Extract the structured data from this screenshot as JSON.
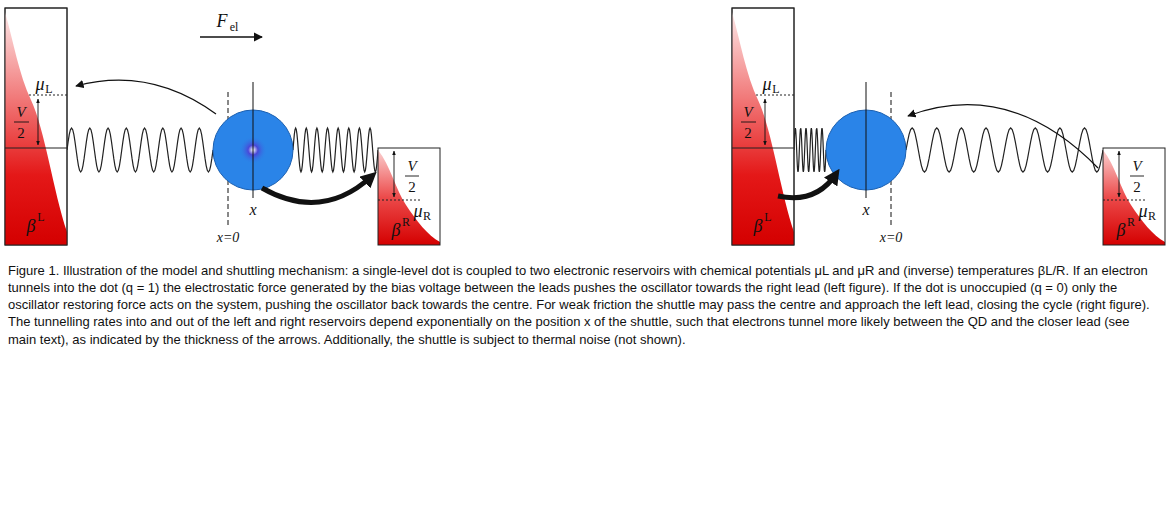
{
  "diagram": {
    "caption": "Figure 1. Illustration of the model and shuttling mechanism: a single-level dot is coupled to two electronic reservoirs with chemical potentials μL and μR and (inverse) temperatures βL/R. If an electron tunnels into the dot (q = 1) the electrostatic force generated by the bias voltage between the leads pushes the oscillator towards the right lead (left figure). If the dot is unoccupied (q = 0) only the oscillator restoring force acts on the system, pushing the oscillator back towards the centre. For weak friction the shuttle may pass the centre and approach the left lead, closing the cycle (right figure). The tunnelling rates into and out of the left and right reservoirs depend exponentially on the position x of the shuttle, such that electrons tunnel more likely between the QD and the closer lead (see main text), as indicated by the thickness of the arrows. Additionally, the shuttle is subject to thermal noise (not shown).",
    "labels": [
      "F",
      "el",
      "μ",
      "L",
      "V",
      "2",
      "β",
      "L",
      "x",
      "x=0",
      "V",
      "2",
      "μ",
      "R",
      "β",
      "R",
      "μ",
      "L",
      "V",
      "2",
      "β",
      "L",
      "x",
      "x=0",
      "V",
      "2",
      "μ",
      "R",
      "β",
      "R"
    ]
  }
}
